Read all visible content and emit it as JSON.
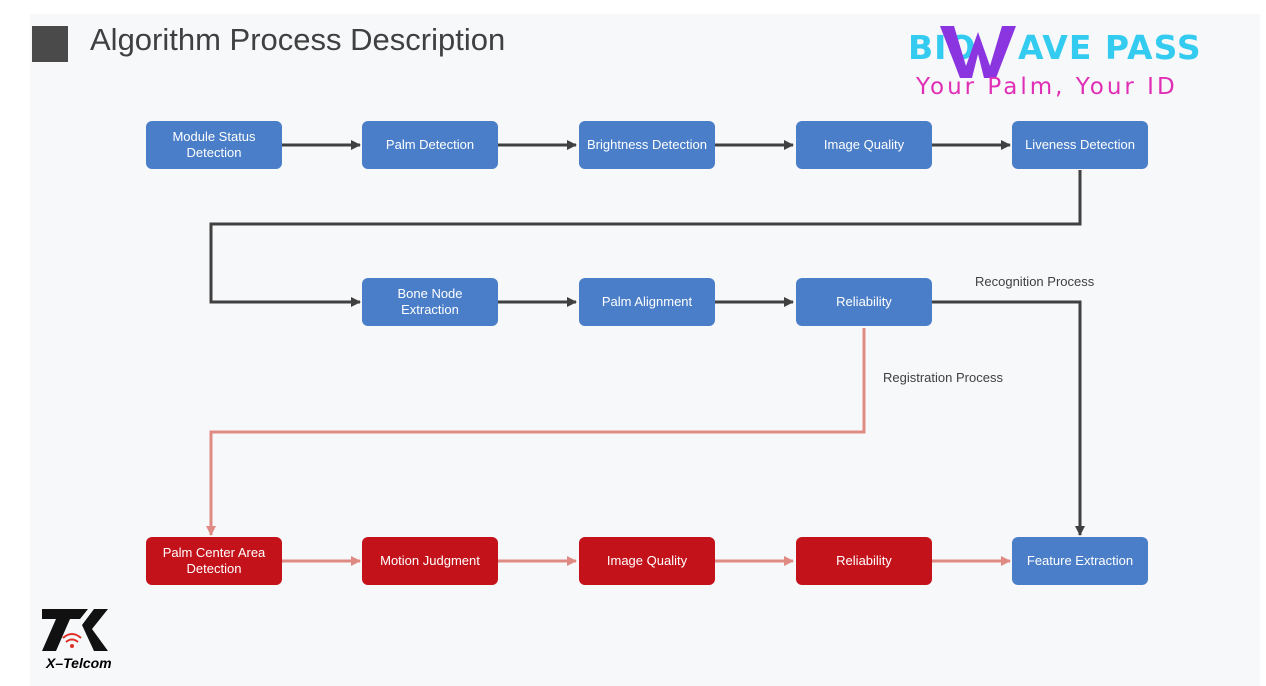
{
  "title": "Algorithm Process Description",
  "brand": {
    "left_word": "BIO",
    "right_word": "AVE PASS",
    "tagline": "Your Palm, Your ID",
    "colors": {
      "cyan": "#33ccf0",
      "magenta": "#e02fb6",
      "purple": "#8a35e0"
    }
  },
  "colors": {
    "blue_box": "#4a7ec8",
    "red_box": "#c4121a",
    "dark_arrow": "#404040",
    "pink_arrow": "#e08a84"
  },
  "steps": {
    "module_status": "Module Status Detection",
    "palm_detection": "Palm Detection",
    "brightness": "Brightness Detection",
    "image_quality_1": "Image Quality",
    "liveness": "Liveness Detection",
    "bone_node": "Bone Node Extraction",
    "palm_alignment": "Palm Alignment",
    "reliability_1": "Reliability",
    "palm_center": "Palm Center Area Detection",
    "motion": "Motion Judgment",
    "image_quality_2": "Image Quality",
    "reliability_2": "Reliability",
    "feature_extraction": "Feature Extraction"
  },
  "edges": {
    "recognition": "Recognition Process",
    "registration": "Registration Process"
  },
  "footer_logo": {
    "name": "X–Telcom"
  }
}
